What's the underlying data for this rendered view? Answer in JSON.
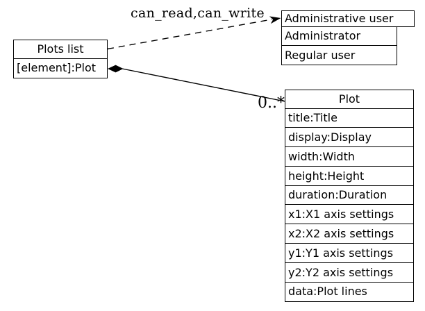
{
  "diagram": {
    "background_color": "#ffffff",
    "stroke_color": "#000000",
    "text_color": "#000000",
    "nodes": {
      "plots_list": {
        "title": "Plots list",
        "attributes": [
          "[element]:Plot"
        ]
      },
      "admin_user": {
        "title": "Administrative user",
        "items": [
          "Administrator",
          "Regular user"
        ]
      },
      "plot": {
        "title": "Plot",
        "attributes": [
          "title:Title",
          "display:Display",
          "width:Width",
          "height:Height",
          "duration:Duration",
          "x1:X1 axis settings",
          "x2:X2 axis settings",
          "y1:Y1 axis settings",
          "y2:Y2 axis settings",
          "data:Plot lines"
        ]
      }
    },
    "edges": {
      "permission": {
        "label": "can_read,can_write",
        "style": "dashed",
        "marker": "open-arrow"
      },
      "composition": {
        "multiplicity": "0..*",
        "style": "solid",
        "marker": "filled-diamond"
      }
    }
  }
}
